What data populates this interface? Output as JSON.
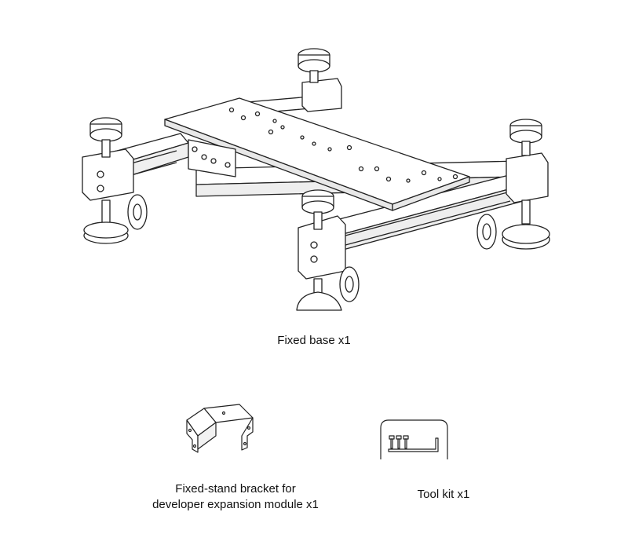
{
  "items": [
    {
      "id": "fixed-base",
      "label": "Fixed base x1"
    },
    {
      "id": "bracket",
      "label": "Fixed-stand bracket for developer expansion module x1"
    },
    {
      "id": "tool-kit",
      "label": "Tool kit x1"
    }
  ],
  "colors": {
    "line": "#222222",
    "fill": "#ffffff",
    "shade": "#e8e8e8"
  },
  "icons": [
    "fixed-base-drawing",
    "bracket-drawing",
    "tool-kit-drawing"
  ]
}
